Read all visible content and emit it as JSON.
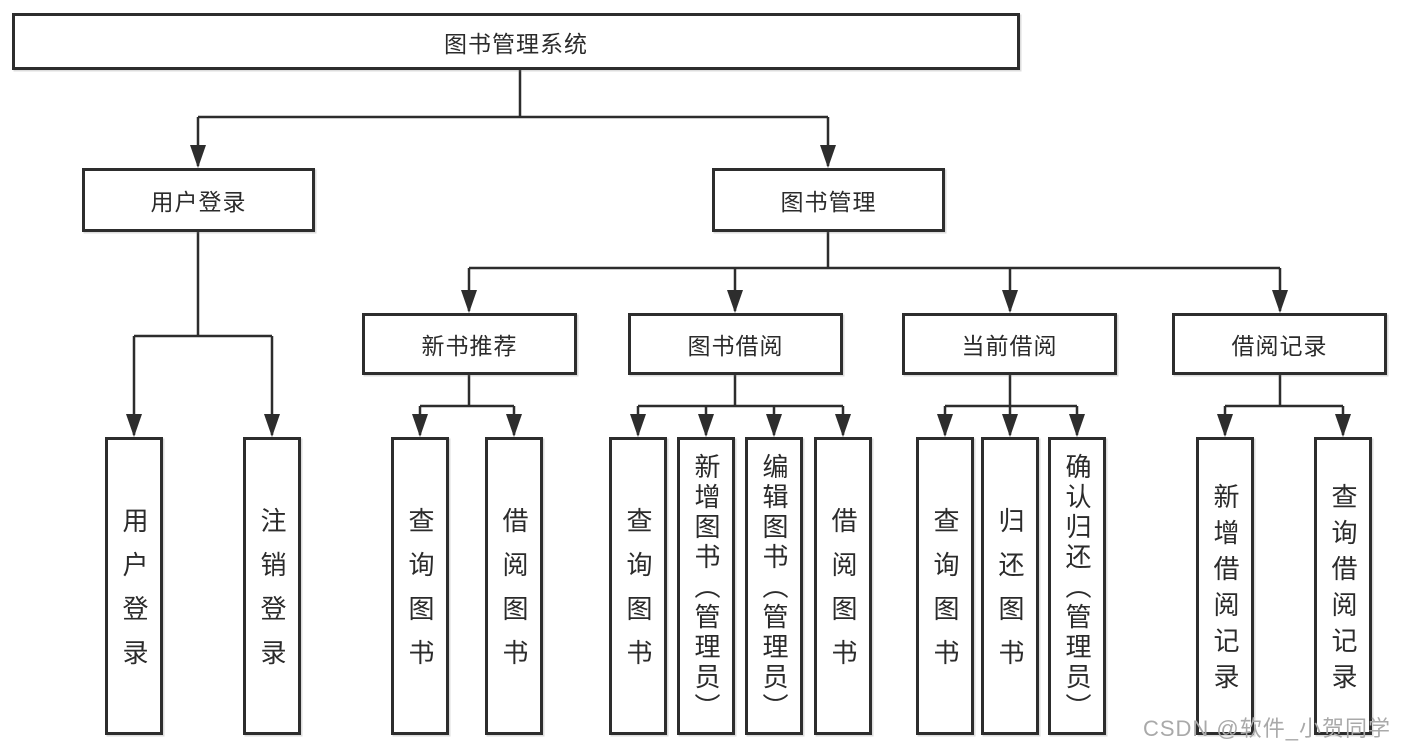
{
  "diagram": {
    "type": "tree",
    "root": {
      "label": "图书管理系统",
      "children": [
        {
          "label": "用户登录",
          "children": [
            {
              "label": "用户登录"
            },
            {
              "label": "注销登录"
            }
          ]
        },
        {
          "label": "图书管理",
          "children": [
            {
              "label": "新书推荐",
              "children": [
                {
                  "label": "查询图书"
                },
                {
                  "label": "借阅图书"
                }
              ]
            },
            {
              "label": "图书借阅",
              "children": [
                {
                  "label": "查询图书"
                },
                {
                  "label": "新增图书（管理员）"
                },
                {
                  "label": "编辑图书（管理员）"
                },
                {
                  "label": "借阅图书"
                }
              ]
            },
            {
              "label": "当前借阅",
              "children": [
                {
                  "label": "查询图书"
                },
                {
                  "label": "归还图书"
                },
                {
                  "label": "确认归还（管理员）"
                }
              ]
            },
            {
              "label": "借阅记录",
              "children": [
                {
                  "label": "新增借阅记录"
                },
                {
                  "label": "查询借阅记录"
                }
              ]
            }
          ]
        }
      ]
    }
  },
  "watermark": {
    "text": "CSDN @软件_小贺同学"
  },
  "colors": {
    "line": "#2d2d2d",
    "text": "#2b2b2b",
    "background": "#ffffff",
    "watermark": "#a9a9a9"
  }
}
